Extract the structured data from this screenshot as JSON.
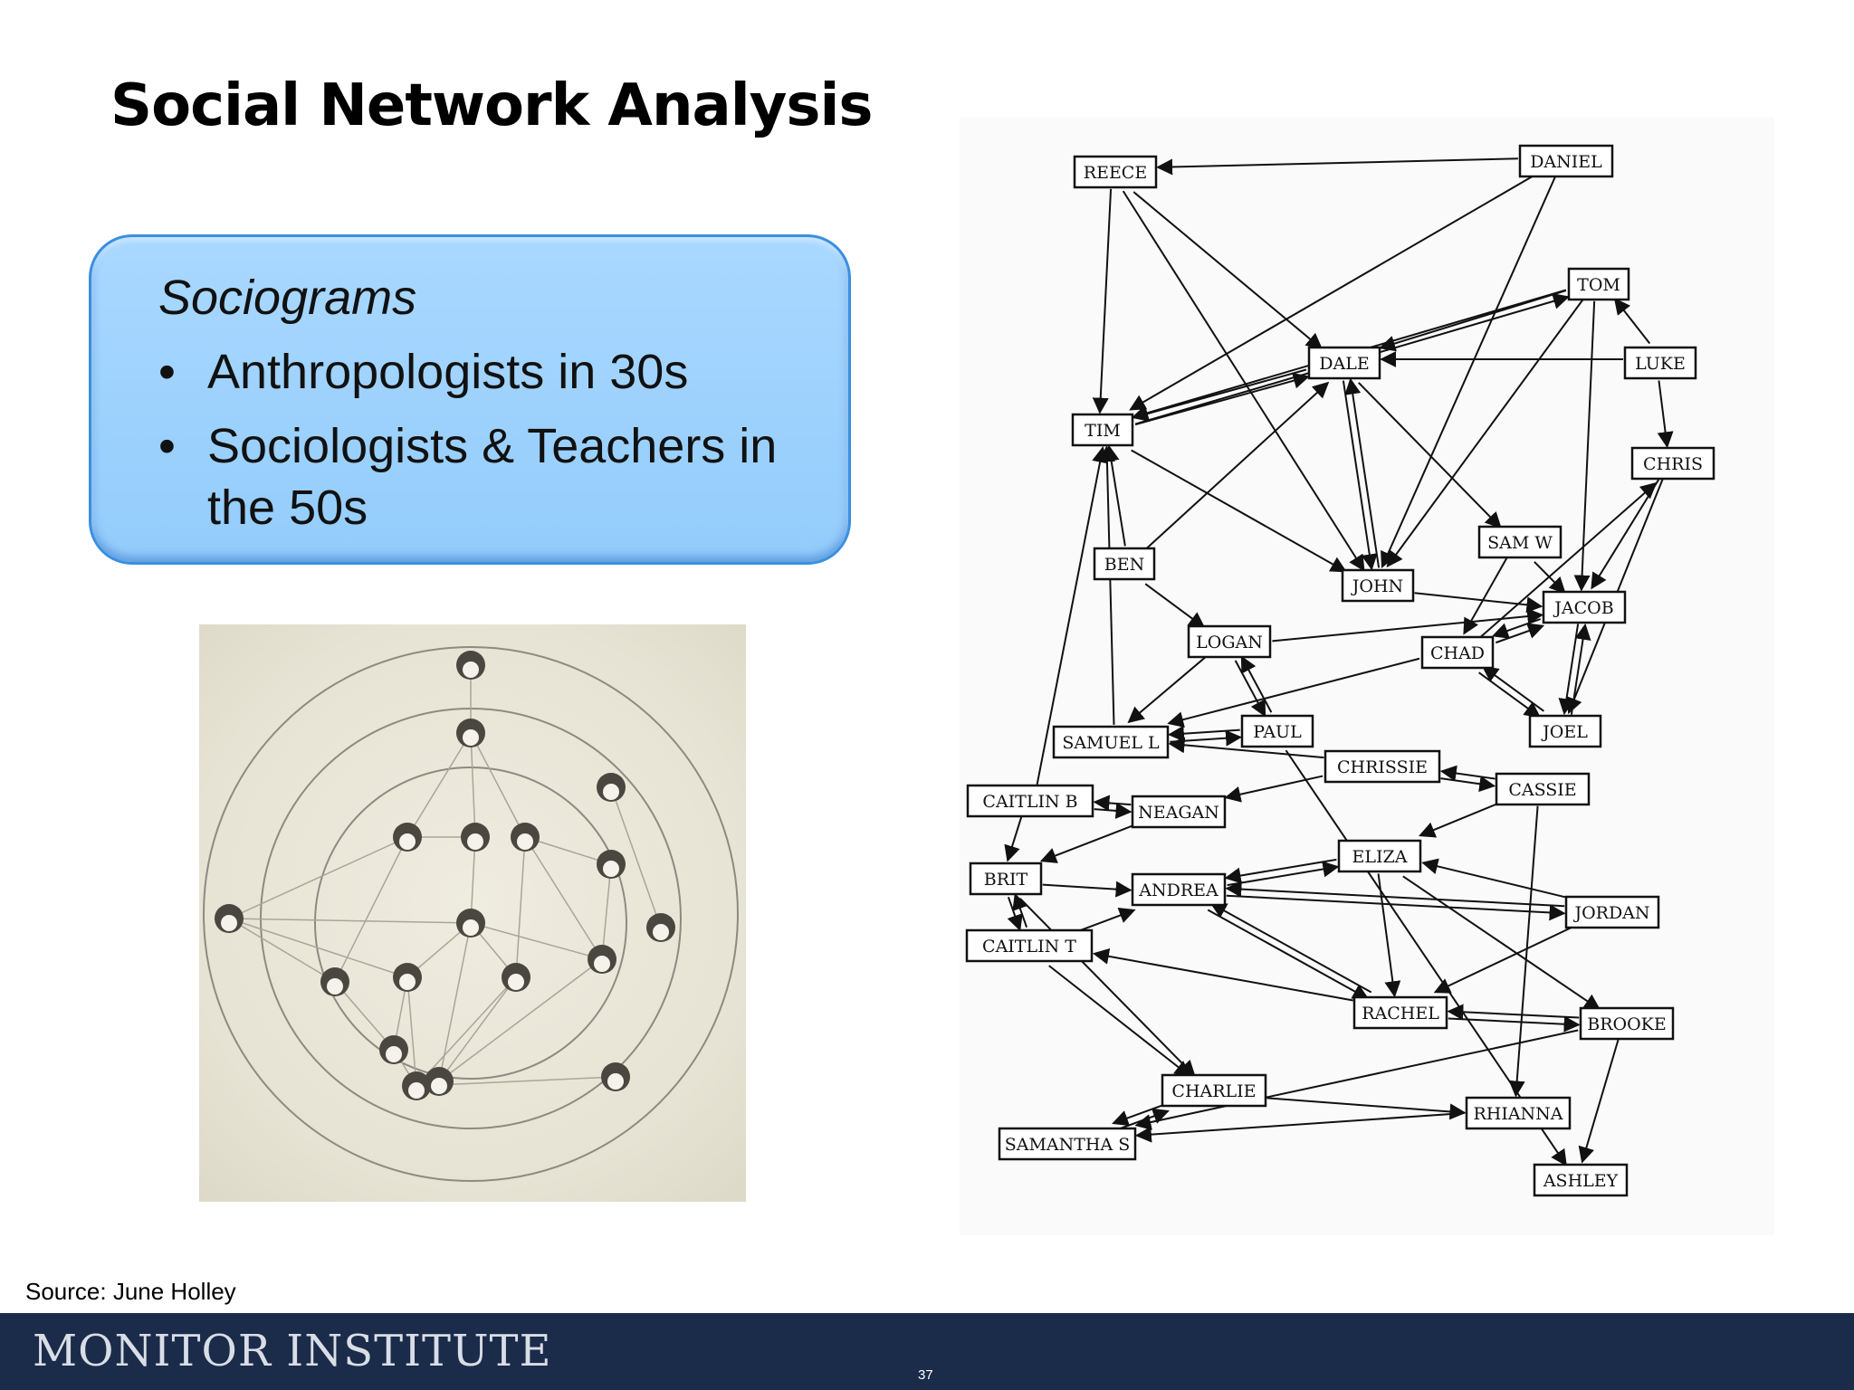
{
  "slide": {
    "title": "Social Network Analysis",
    "source": "Source: June Holley",
    "page_number": "37"
  },
  "callout": {
    "heading": "Sociograms",
    "bullets": [
      "Anthropologists in 30s",
      "Sociologists & Teachers in the 50s"
    ]
  },
  "footer": {
    "brand": "MONITOR INSTITUTE"
  },
  "network": {
    "nodes": [
      "REECE",
      "DANIEL",
      "TOM",
      "DALE",
      "LUKE",
      "TIM",
      "CHRIS",
      "SAM W",
      "BEN",
      "JOHN",
      "JACOB",
      "LOGAN",
      "CHAD",
      "SAMUEL L",
      "PAUL",
      "JOEL",
      "CHRISSIE",
      "CAITLIN B",
      "NEAGAN",
      "CASSIE",
      "ELIZA",
      "BRIT",
      "ANDREA",
      "JORDAN",
      "CAITLIN T",
      "RACHEL",
      "BROOKE",
      "CHARLIE",
      "RHIANNA",
      "SAMANTHA S",
      "ASHLEY"
    ],
    "edges": [
      [
        "DANIEL",
        "REECE"
      ],
      [
        "DANIEL",
        "TIM"
      ],
      [
        "DANIEL",
        "JOHN"
      ],
      [
        "REECE",
        "TIM"
      ],
      [
        "REECE",
        "DALE"
      ],
      [
        "REECE",
        "JOHN"
      ],
      [
        "TIM",
        "TOM"
      ],
      [
        "TOM",
        "TIM"
      ],
      [
        "TOM",
        "DALE"
      ],
      [
        "TOM",
        "JACOB"
      ],
      [
        "TOM",
        "JOHN"
      ],
      [
        "LUKE",
        "DALE"
      ],
      [
        "LUKE",
        "TOM"
      ],
      [
        "LUKE",
        "CHRIS"
      ],
      [
        "DALE",
        "TIM"
      ],
      [
        "TIM",
        "DALE"
      ],
      [
        "DALE",
        "JOHN"
      ],
      [
        "JOHN",
        "DALE"
      ],
      [
        "DALE",
        "SAM W"
      ],
      [
        "TIM",
        "JOHN"
      ],
      [
        "BEN",
        "TIM"
      ],
      [
        "BEN",
        "DALE"
      ],
      [
        "BEN",
        "LOGAN"
      ],
      [
        "SAM W",
        "JACOB"
      ],
      [
        "SAM W",
        "CHAD"
      ],
      [
        "CHRIS",
        "JACOB"
      ],
      [
        "CHRIS",
        "JOEL"
      ],
      [
        "JOHN",
        "JACOB"
      ],
      [
        "LOGAN",
        "JACOB"
      ],
      [
        "CHAD",
        "JACOB"
      ],
      [
        "JACOB",
        "CHAD"
      ],
      [
        "CHAD",
        "JOEL"
      ],
      [
        "JOEL",
        "CHAD"
      ],
      [
        "JACOB",
        "JOEL"
      ],
      [
        "JOEL",
        "JACOB"
      ],
      [
        "CHAD",
        "CHRIS"
      ],
      [
        "LOGAN",
        "SAMUEL L"
      ],
      [
        "LOGAN",
        "PAUL"
      ],
      [
        "PAUL",
        "LOGAN"
      ],
      [
        "CHAD",
        "SAMUEL L"
      ],
      [
        "SAMUEL L",
        "PAUL"
      ],
      [
        "PAUL",
        "SAMUEL L"
      ],
      [
        "SAMUEL L",
        "TIM"
      ],
      [
        "CAITLIN B",
        "TIM"
      ],
      [
        "CHRISSIE",
        "SAMUEL L"
      ],
      [
        "CHRISSIE",
        "NEAGAN"
      ],
      [
        "CHRISSIE",
        "CASSIE"
      ],
      [
        "CASSIE",
        "CHRISSIE"
      ],
      [
        "CAITLIN B",
        "NEAGAN"
      ],
      [
        "NEAGAN",
        "CAITLIN B"
      ],
      [
        "CAITLIN B",
        "BRIT"
      ],
      [
        "NEAGAN",
        "BRIT"
      ],
      [
        "CASSIE",
        "ELIZA"
      ],
      [
        "CASSIE",
        "RHIANNA"
      ],
      [
        "BRIT",
        "ANDREA"
      ],
      [
        "BRIT",
        "CAITLIN T"
      ],
      [
        "CAITLIN T",
        "BRIT"
      ],
      [
        "BRIT",
        "CHARLIE"
      ],
      [
        "ANDREA",
        "ELIZA"
      ],
      [
        "ELIZA",
        "ANDREA"
      ],
      [
        "ANDREA",
        "JORDAN"
      ],
      [
        "JORDAN",
        "ANDREA"
      ],
      [
        "JORDAN",
        "ELIZA"
      ],
      [
        "JORDAN",
        "RACHEL"
      ],
      [
        "ELIZA",
        "RACHEL"
      ],
      [
        "ELIZA",
        "BROOKE"
      ],
      [
        "CAITLIN T",
        "ANDREA"
      ],
      [
        "RACHEL",
        "ANDREA"
      ],
      [
        "ANDREA",
        "RACHEL"
      ],
      [
        "RACHEL",
        "CAITLIN T"
      ],
      [
        "CAITLIN T",
        "CHARLIE"
      ],
      [
        "RACHEL",
        "BROOKE"
      ],
      [
        "BROOKE",
        "RACHEL"
      ],
      [
        "BROOKE",
        "ASHLEY"
      ],
      [
        "CHARLIE",
        "RHIANNA"
      ],
      [
        "CHARLIE",
        "SAMANTHA S"
      ],
      [
        "SAMANTHA S",
        "CHARLIE"
      ],
      [
        "RHIANNA",
        "SAMANTHA S"
      ],
      [
        "BROOKE",
        "SAMANTHA S"
      ],
      [
        "PAUL",
        "ASHLEY"
      ]
    ]
  },
  "colors": {
    "footer": "#1b2b4a",
    "callout_fill": "#a0d4ff",
    "callout_border": "#3a8fe0"
  }
}
